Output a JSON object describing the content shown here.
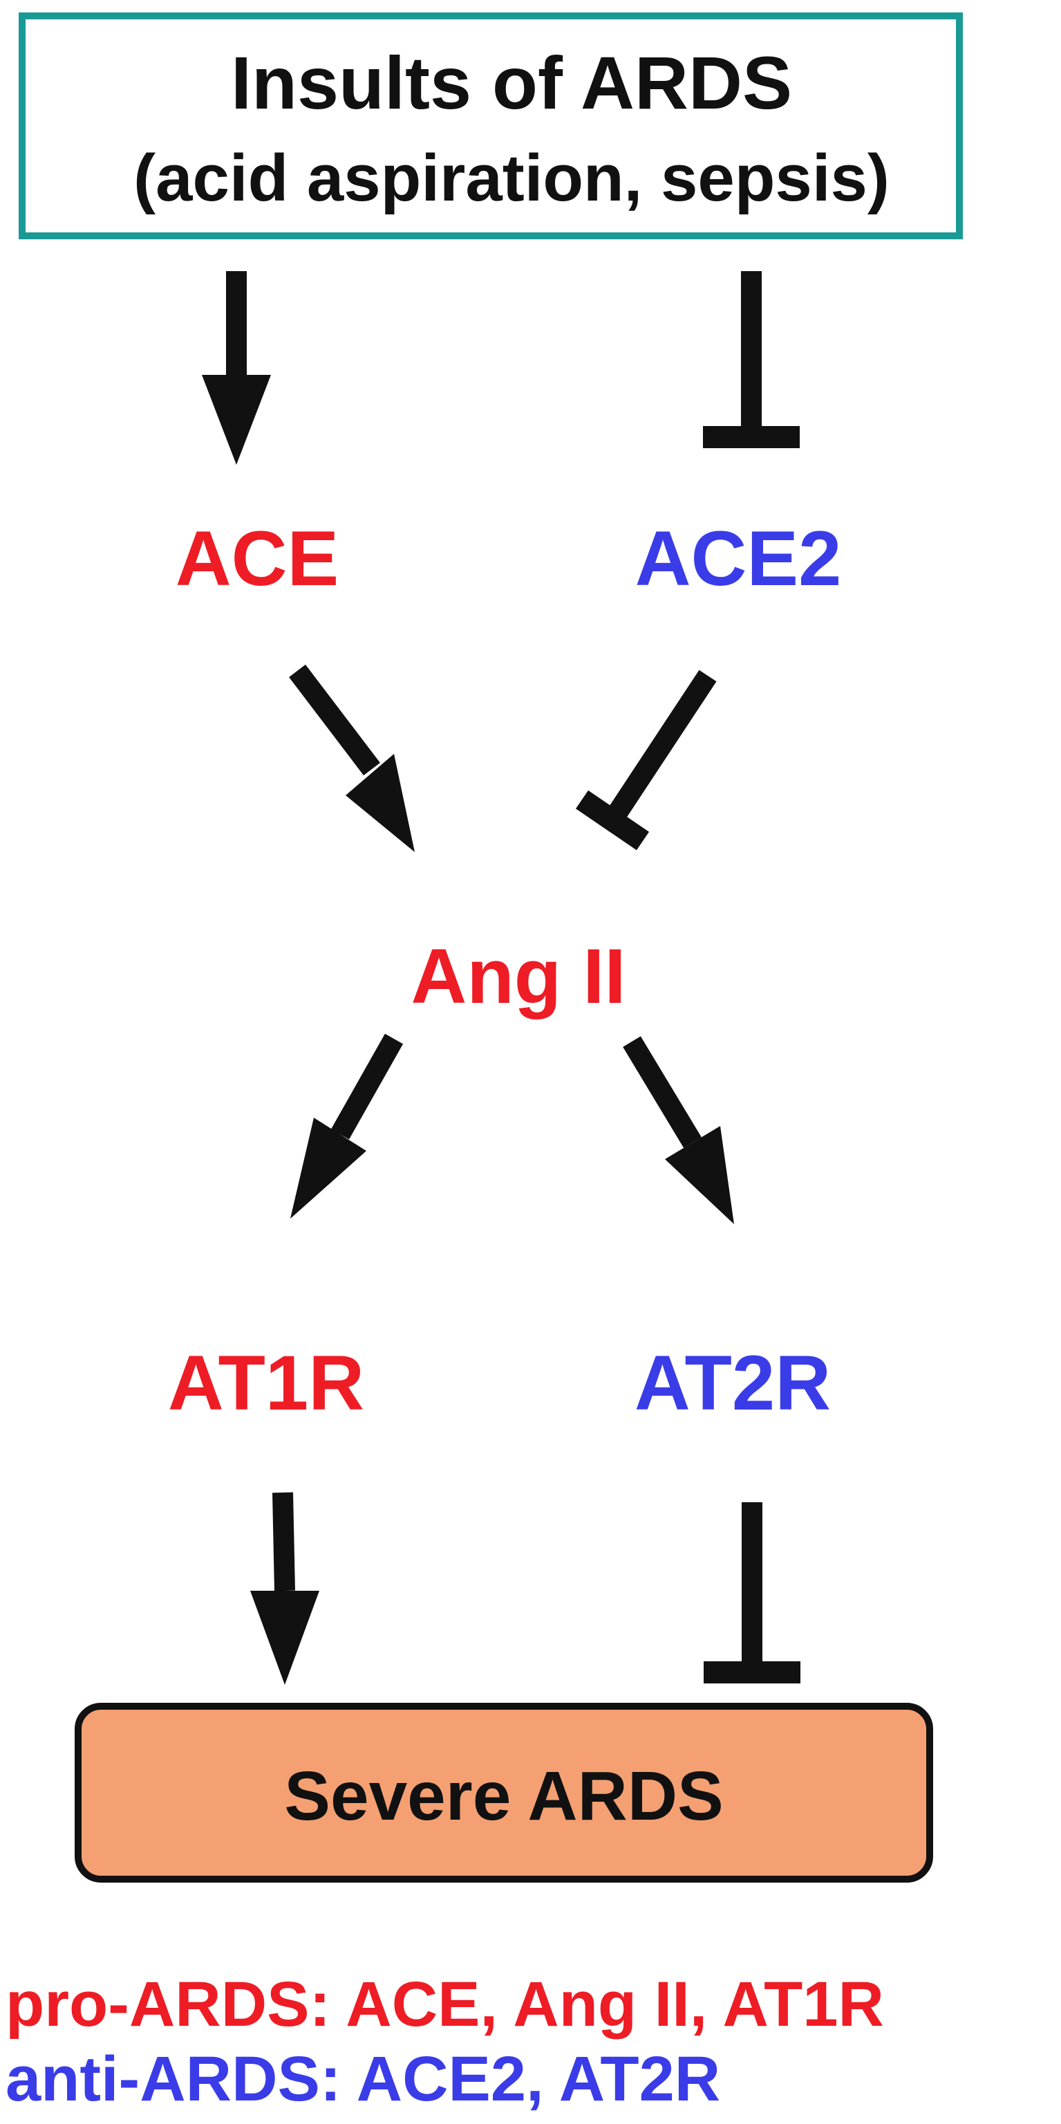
{
  "diagram": {
    "insults": {
      "title": "Insults of ARDS",
      "subtitle": "(acid aspiration, sepsis)"
    },
    "nodes": {
      "ace": "ACE",
      "ace2": "ACE2",
      "angii": "Ang II",
      "at1r": "AT1R",
      "at2r": "AT2R"
    },
    "outcome": "Severe ARDS",
    "legend": {
      "pro": "pro-ARDS: ACE, Ang II, AT1R",
      "anti": "anti-ARDS: ACE2, AT2R"
    },
    "edges": [
      {
        "from": "insults",
        "to": "ace",
        "kind": "activate"
      },
      {
        "from": "insults",
        "to": "ace2",
        "kind": "inhibit"
      },
      {
        "from": "ace",
        "to": "angii",
        "kind": "activate"
      },
      {
        "from": "ace2",
        "to": "angii",
        "kind": "inhibit"
      },
      {
        "from": "angii",
        "to": "at1r",
        "kind": "activate"
      },
      {
        "from": "angii",
        "to": "at2r",
        "kind": "activate"
      },
      {
        "from": "at1r",
        "to": "outcome",
        "kind": "activate"
      },
      {
        "from": "at2r",
        "to": "outcome",
        "kind": "inhibit"
      }
    ],
    "colors": {
      "pro": "#ee1c24",
      "anti": "#3a3ce8",
      "box_border": "#1a9a96",
      "outcome_fill": "#f5a072",
      "line": "#111111"
    }
  }
}
